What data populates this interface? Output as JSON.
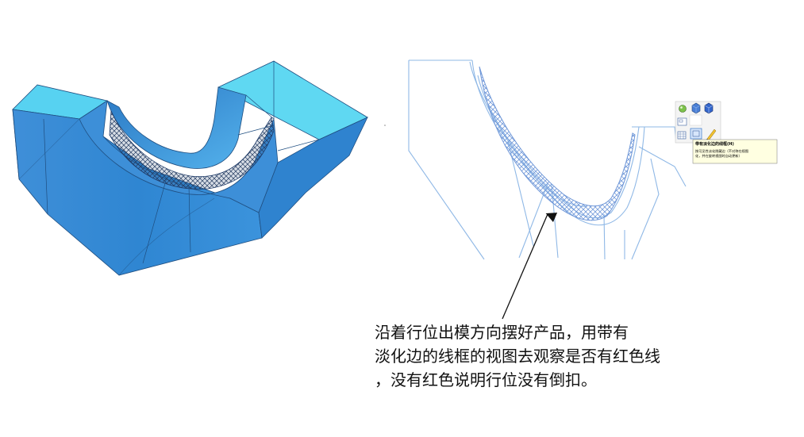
{
  "annotation": {
    "lines": [
      "沿着行位出模方向摆好产品，用带有",
      "淡化边的线框的视图去观察是否有红色线",
      "，没有红色说明行位没有倒扣。"
    ]
  },
  "toolbar_popup": {
    "tooltip_title": "带有淡化边的线框(H)",
    "tooltip_body": [
      "按可见性淡化隐藏边（不对称在视图",
      "化，并在旋转视图时自动更新）"
    ],
    "icons": [
      "sphere-icon",
      "cube-shaded-icon",
      "cube-wire-icon",
      "view-hidden-icon",
      "wireframe-dimmed-icon",
      "pencil-icon",
      "grid-icon"
    ]
  },
  "colors": {
    "solid_face": "#3a8fd6",
    "solid_top": "#5fd8f2",
    "solid_edge": "#1f4e80",
    "wire": "#8fb8e6",
    "mesh": "#7fa6e0",
    "arrow": "#111111"
  }
}
